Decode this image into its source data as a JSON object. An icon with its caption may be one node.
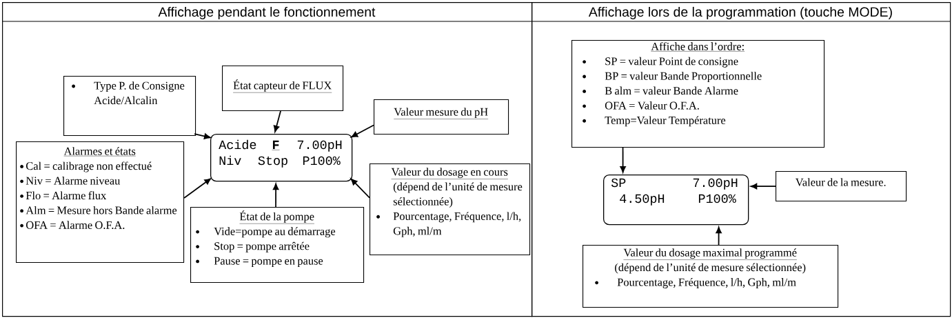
{
  "diagram": {
    "nodes": [
      {
        "text": [
          "Affichage pendant le fonctionnement"
        ]
      },
      {
        "text": [
          "Acide",
          "F",
          "7.00pH",
          "Niv",
          "Stop",
          "P100%"
        ],
        "in": 0
      },
      {
        "text": [
          "Type P. de Consigne Acide/Alcalin"
        ],
        "in": 0
      },
      {
        "text": [
          "État capteur de FLUX"
        ],
        "in": 0
      },
      {
        "text": [
          "Valeur mesure du pH"
        ],
        "in": 0
      },
      {
        "text": [
          "Alarmes et états",
          "Cal = calibrage non effectué",
          "Niv = Alarme niveau",
          "Flo = Alarme flux",
          "Alm = Mesure hors Bande alarme",
          "OFA = Alarme O.F.A."
        ],
        "in": 0
      },
      {
        "text": [
          "État de la pompe",
          "Vide=pompe au démarrage",
          "Stop = pompe arrêtée",
          "Pause = pompe en pause"
        ],
        "in": 0
      },
      {
        "text": [
          "Valeur du dosage en cours",
          "(dépend de l’unité de mesure sélectionnée)",
          "Pourcentage, Fréquence, l/h, Gph, ml/m"
        ],
        "in": 0
      },
      {
        "text": [
          "Affichage lors de la programmation (touche MODE)"
        ]
      },
      {
        "text": [
          "Affiche dans l’ordre:",
          "SP = valeur Point de consigne",
          "BP = valeur Bande Proportionnelle",
          "B alm = valeur Bande Alarme",
          "OFA = Valeur O.F.A.",
          "Temp=Valeur Température"
        ],
        "in": 8
      },
      {
        "text": [
          "SP",
          "7.00pH",
          "4.50pH",
          "P100%"
        ],
        "in": 8
      },
      {
        "text": [
          "Valeur de la mesure."
        ],
        "in": 8
      },
      {
        "text": [
          "Valeur du dosage maximal programmé",
          "(dépend de l’unité de mesure sélectionnée)",
          "Pourcentage, Fréquence, l/h, Gph, ml/m"
        ],
        "in": 8
      }
    ],
    "edges": [
      {
        "from": 2,
        "to": 1,
        "arrow": "to"
      },
      {
        "from": 3,
        "to": 1,
        "arrow": "to"
      },
      {
        "from": 4,
        "to": 1,
        "arrow": "to"
      },
      {
        "from": 5,
        "to": 1,
        "arrow": "to"
      },
      {
        "from": 6,
        "to": 1,
        "arrow": "to"
      },
      {
        "from": 7,
        "to": 1,
        "arrow": "to"
      },
      {
        "from": 9,
        "to": 10,
        "arrow": "to"
      },
      {
        "from": 11,
        "to": 10,
        "arrow": "to"
      },
      {
        "from": 12,
        "to": 10,
        "arrow": "to"
      }
    ]
  }
}
